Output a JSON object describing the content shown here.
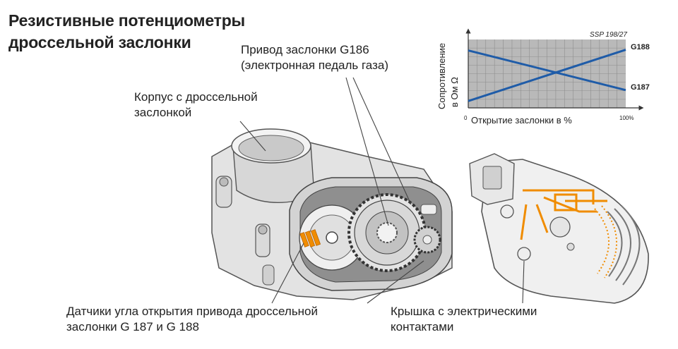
{
  "title": "Резистивные потенциометры\nдроссельной заслонки",
  "labels": {
    "actuator": "Привод заслонки G186\n(электронная педаль газа)",
    "housing": "Корпус с дроссельной\nзаслонкой",
    "sensors": "Датчики угла открытия привода дроссельной\nзаслонки G 187 и G 188",
    "cover": "Крышка с электрическими\nконтактами"
  },
  "chart_data": {
    "type": "line",
    "code": "SSP 198/27",
    "ylabel_line1": "Сопротивление",
    "ylabel_line2": "в Ом Ω",
    "xlabel": "Открытие заслонки в %",
    "x_min_label": "0",
    "x_max_label": "100%",
    "xlim": [
      0,
      100
    ],
    "ylim": [
      0,
      100
    ],
    "grid": true,
    "series": [
      {
        "name": "G188",
        "x": [
          0,
          100
        ],
        "y": [
          10,
          85
        ]
      },
      {
        "name": "G187",
        "x": [
          0,
          100
        ],
        "y": [
          84,
          26
        ]
      }
    ],
    "colors": {
      "line": "#1f5ca8",
      "grid_bg": "#b9b9b9",
      "grid_line": "#8e8e8e"
    }
  },
  "colors": {
    "orange": "#f08c00",
    "outline": "#555555"
  }
}
